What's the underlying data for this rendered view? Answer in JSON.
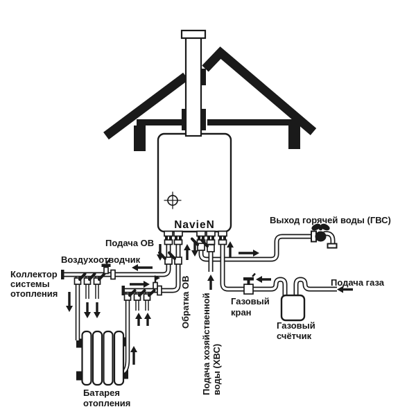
{
  "diagram_labels": {
    "brand": "NavieN",
    "heating_supply": "Подача ОВ",
    "air_vent": "Воздухоотводчик",
    "collector_line1": "Коллектор",
    "collector_line2": "системы",
    "collector_line3": "отопления",
    "heating_return": "Обратка ОВ",
    "cold_water_line1": "Подача хозяйственной",
    "cold_water_line2": "воды (ХВС)",
    "hot_water_output": "Выход горячей воды (ГВС)",
    "gas_valve_line1": "Газовый",
    "gas_valve_line2": "кран",
    "gas_meter_line1": "Газовый",
    "gas_meter_line2": "счётчик",
    "gas_supply": "Подача газа",
    "radiator_line1": "Батарея",
    "radiator_line2": "отопления"
  },
  "colors": {
    "ink": "#1a1a1a",
    "background": "#ffffff"
  }
}
